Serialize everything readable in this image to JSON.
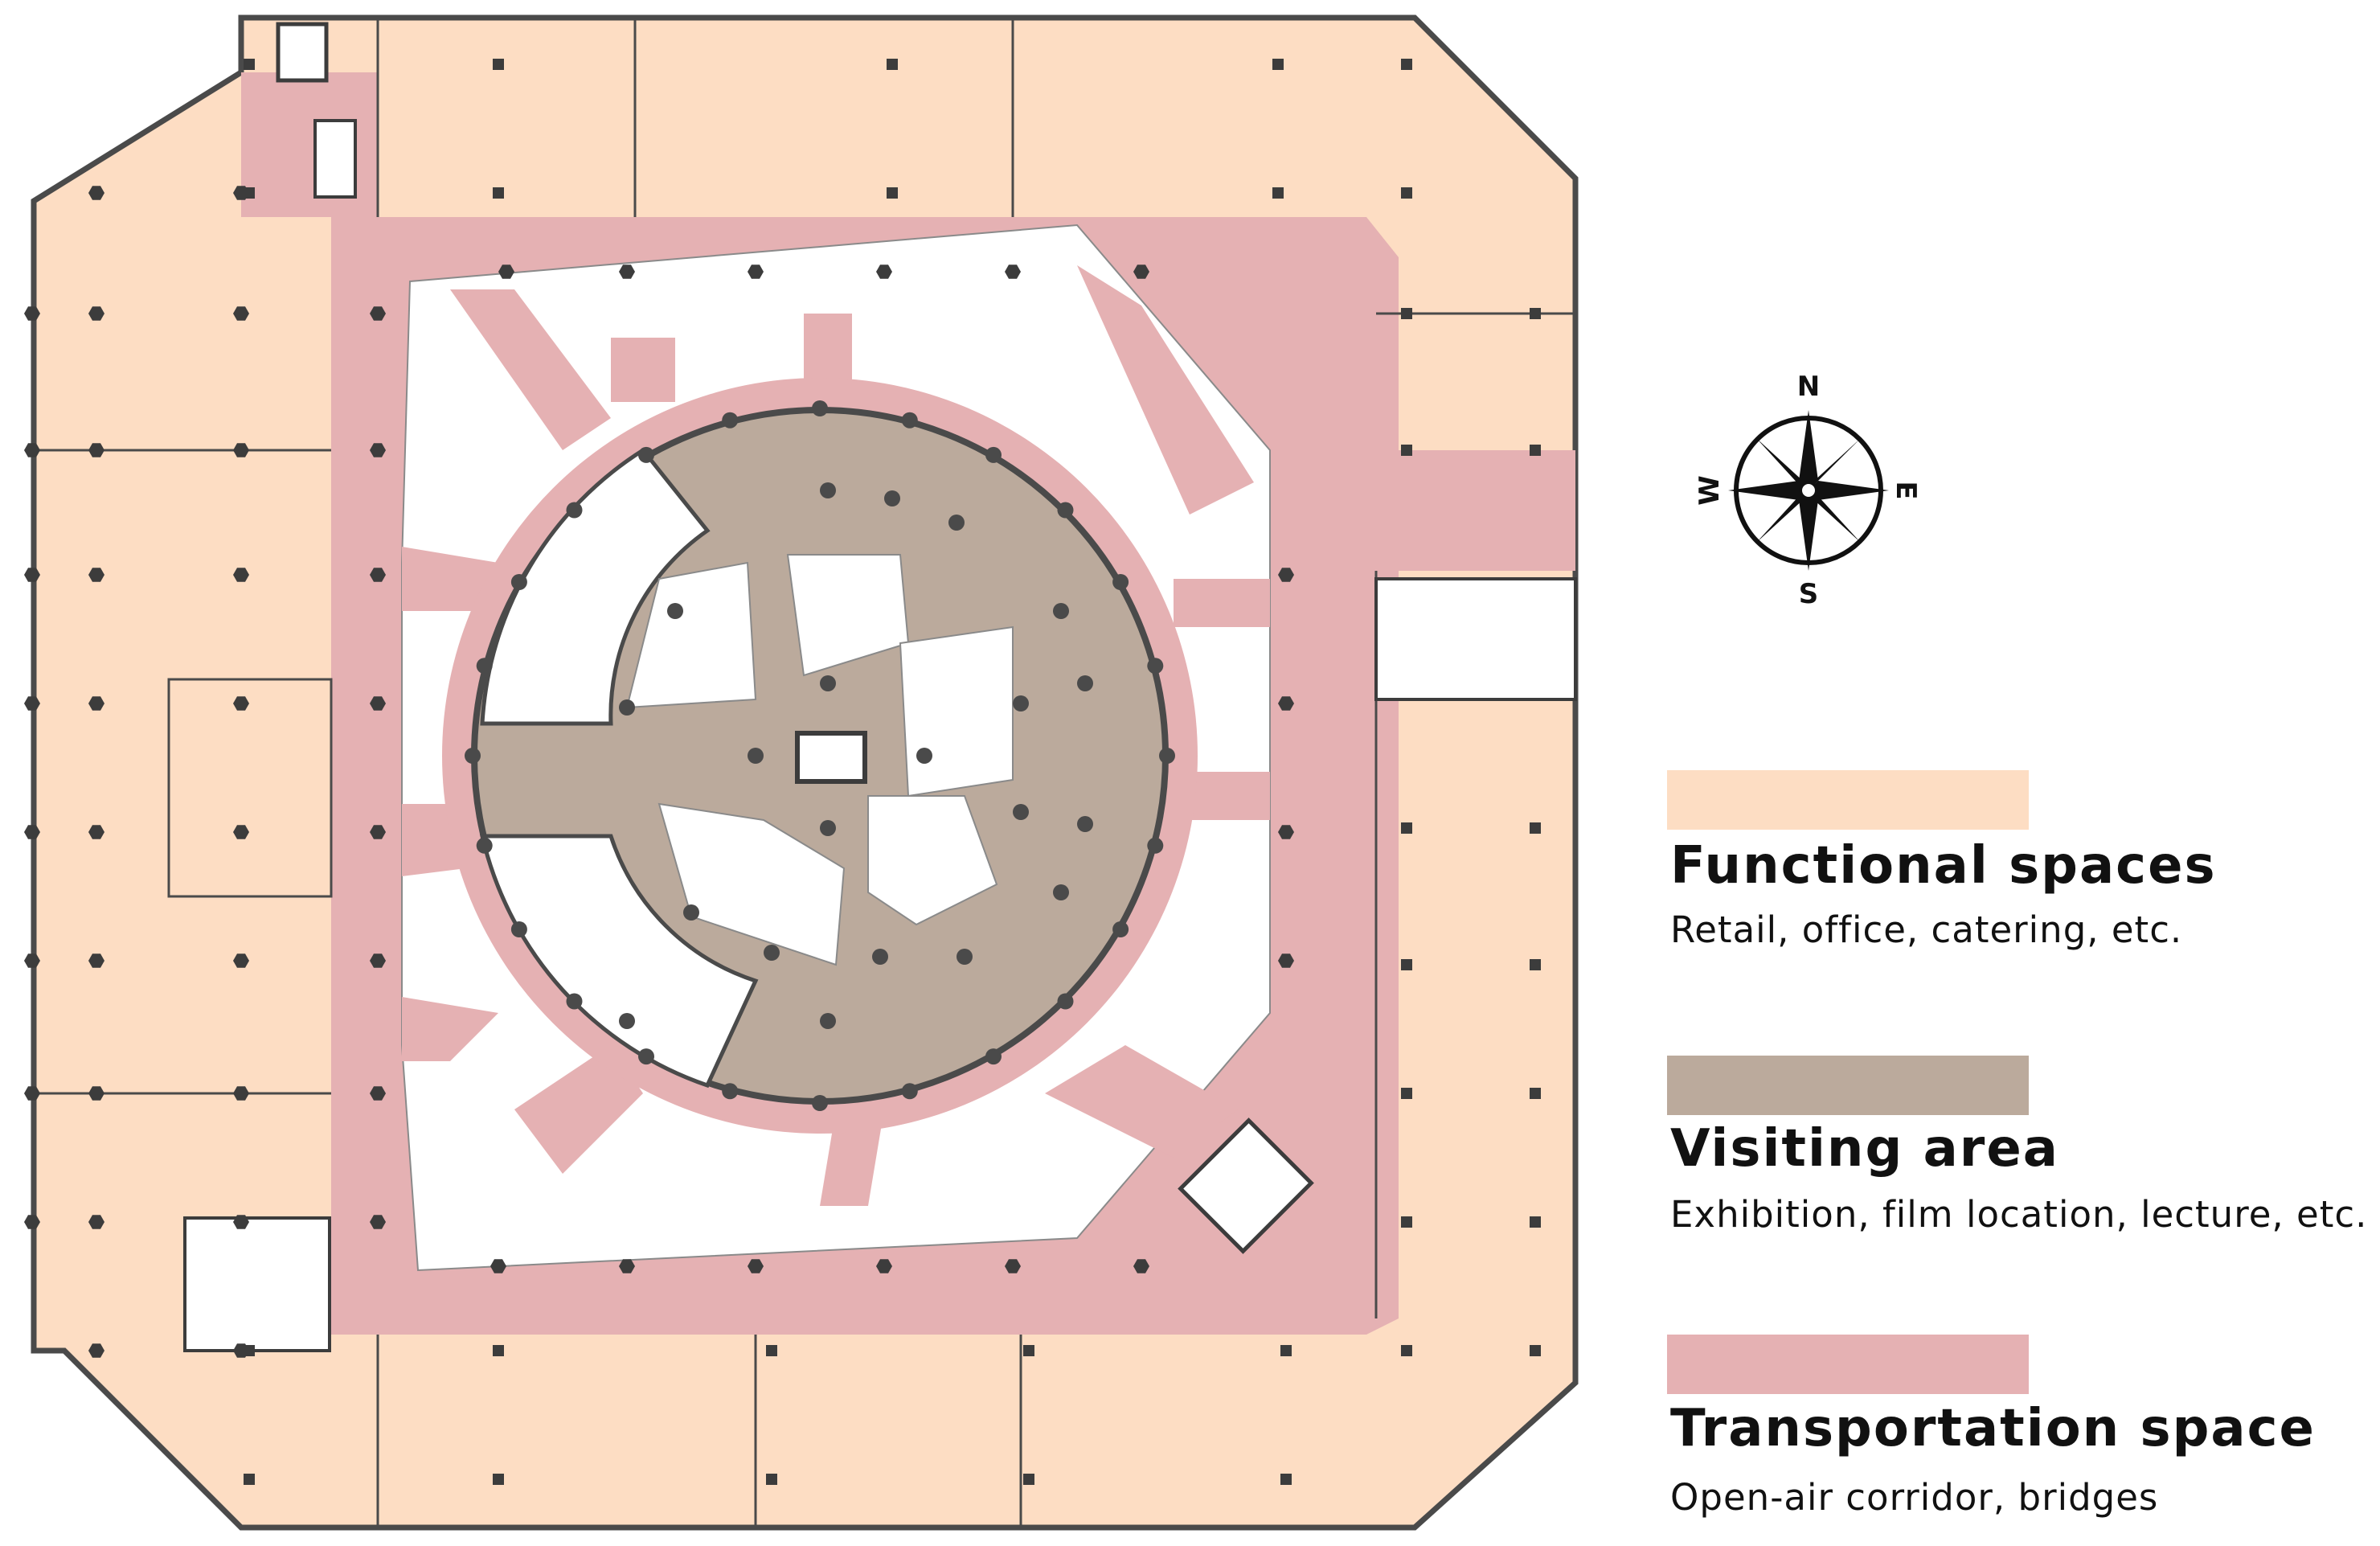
{
  "compass": {
    "north": "N",
    "south": "S",
    "east": "E",
    "west": "W"
  },
  "legend": [
    {
      "color": "#FDDDC3",
      "title": "Functional spaces",
      "description": "Retail, office, catering, etc."
    },
    {
      "color": "#BBAA9C",
      "title": "Visiting area",
      "description": "Exhibition, film location, lecture, etc."
    },
    {
      "color": "#E5B1B3",
      "title": "Transportation space",
      "description": "Open-air corridor, bridges"
    }
  ],
  "colors": {
    "functional": "#FDDDC3",
    "visiting": "#BBAA9C",
    "transportation": "#E5B1B3",
    "wall": "#555555",
    "column": "#3C3C3C"
  }
}
